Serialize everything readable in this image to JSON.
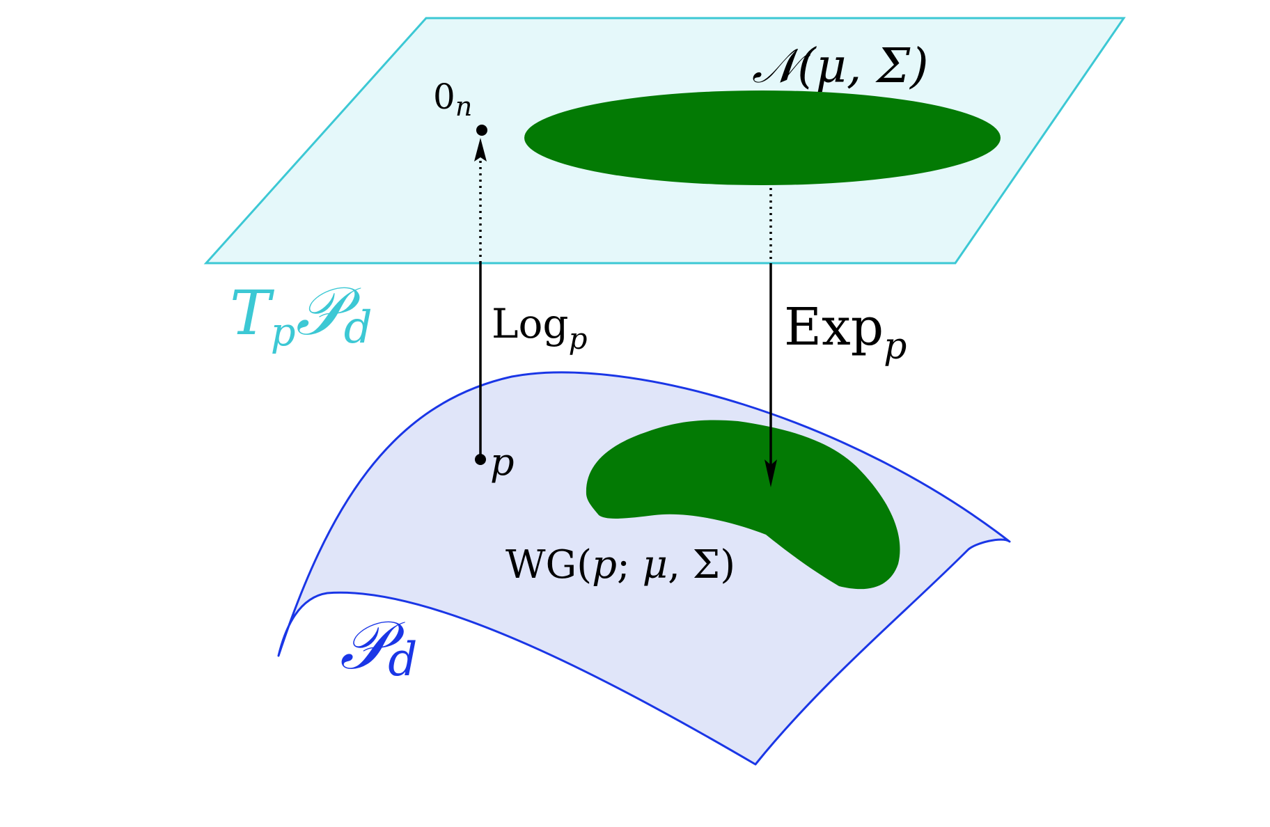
{
  "colors": {
    "background": "#ffffff",
    "tangent_plane_fill": "#e5f8fa",
    "tangent_plane_stroke": "#3cc8d4",
    "tangent_label": "#3cc8d4",
    "manifold_fill": "#e0e5f9",
    "manifold_stroke": "#1a36e6",
    "manifold_label": "#1a36e6",
    "blob": "#037a04",
    "ink": "#000000"
  },
  "labels": {
    "tangent_space": {
      "main": "T",
      "sub": "p",
      "script": "𝒫",
      "script_sub": "d"
    },
    "manifold": {
      "script": "𝒫",
      "script_sub": "d"
    },
    "origin": {
      "main": "0",
      "sub": "n"
    },
    "point": "p",
    "gaussian": "𝒩(μ, Σ)",
    "log_map": {
      "main": "Log",
      "sub": "p"
    },
    "exp_map": {
      "main": "Exp",
      "sub": "p"
    },
    "wrapped_gaussian": {
      "prefix": "WG(",
      "p": "p",
      "sep": "; ",
      "mu": "μ",
      "rest": ", Σ)"
    }
  }
}
